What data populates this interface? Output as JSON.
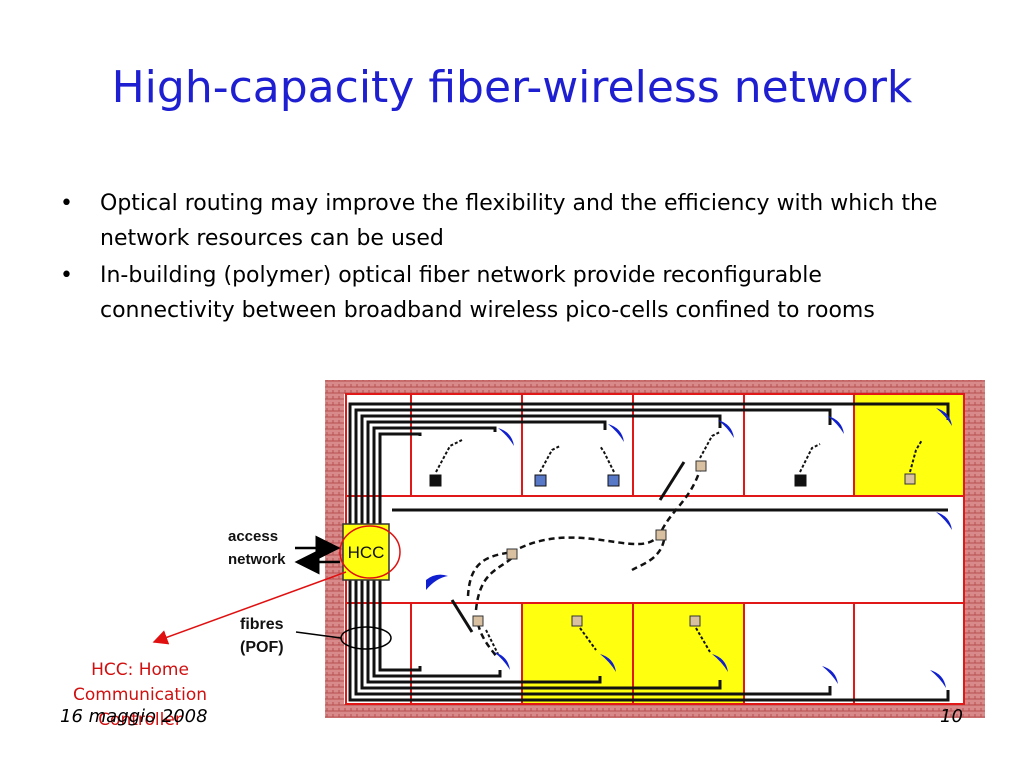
{
  "slide": {
    "title": "High-capacity fiber-wireless network",
    "bullets": [
      "Optical routing may improve the flexibility and the efficiency with which the network resources can be used",
      "In-building (polymer) optical fiber network provide reconfigurable connectivity between broadband wireless pico-cells confined to rooms"
    ],
    "bullet_glyph": "•"
  },
  "diagram": {
    "hcc_box_label": "HCC",
    "access_label": "access",
    "network_label": "network",
    "fibres_label": "fibres",
    "pof_label": "(POF)",
    "note_lines": [
      "HCC: Home",
      "Communication",
      "Controller"
    ],
    "colors": {
      "wall": "#c86a6a",
      "room_border": "#e01818",
      "highlight_room": "#ffff10",
      "antenna": "#1020d0",
      "annotation": "#e01010"
    }
  },
  "footer": {
    "date": "16 maggio 2008",
    "page": "10"
  }
}
